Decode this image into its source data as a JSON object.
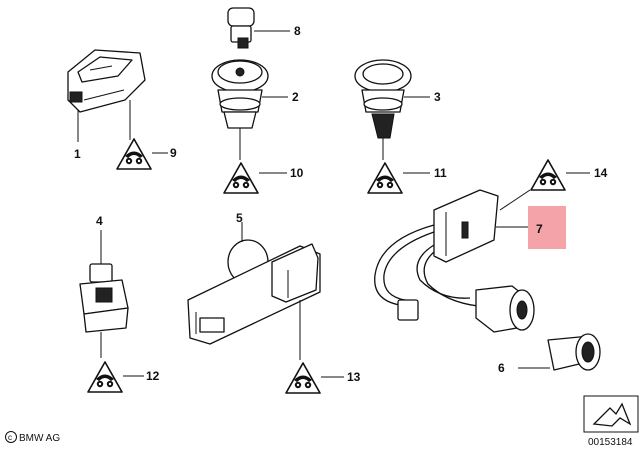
{
  "callouts": {
    "c1": "1",
    "c2": "2",
    "c3": "3",
    "c4": "4",
    "c5": "5",
    "c6": "6",
    "c7": "7",
    "c8": "8",
    "c9": "9",
    "c10": "10",
    "c11": "11",
    "c12": "12",
    "c13": "13",
    "c14": "14"
  },
  "footer": {
    "brand": "BMW AG",
    "diagram_number": "00153184"
  },
  "colors": {
    "highlight_box": "#f4a3a8",
    "line": "#111111"
  },
  "icons": [
    "warning-triangle-icon",
    "next-page-arrow-icon",
    "copyright-icon"
  ]
}
